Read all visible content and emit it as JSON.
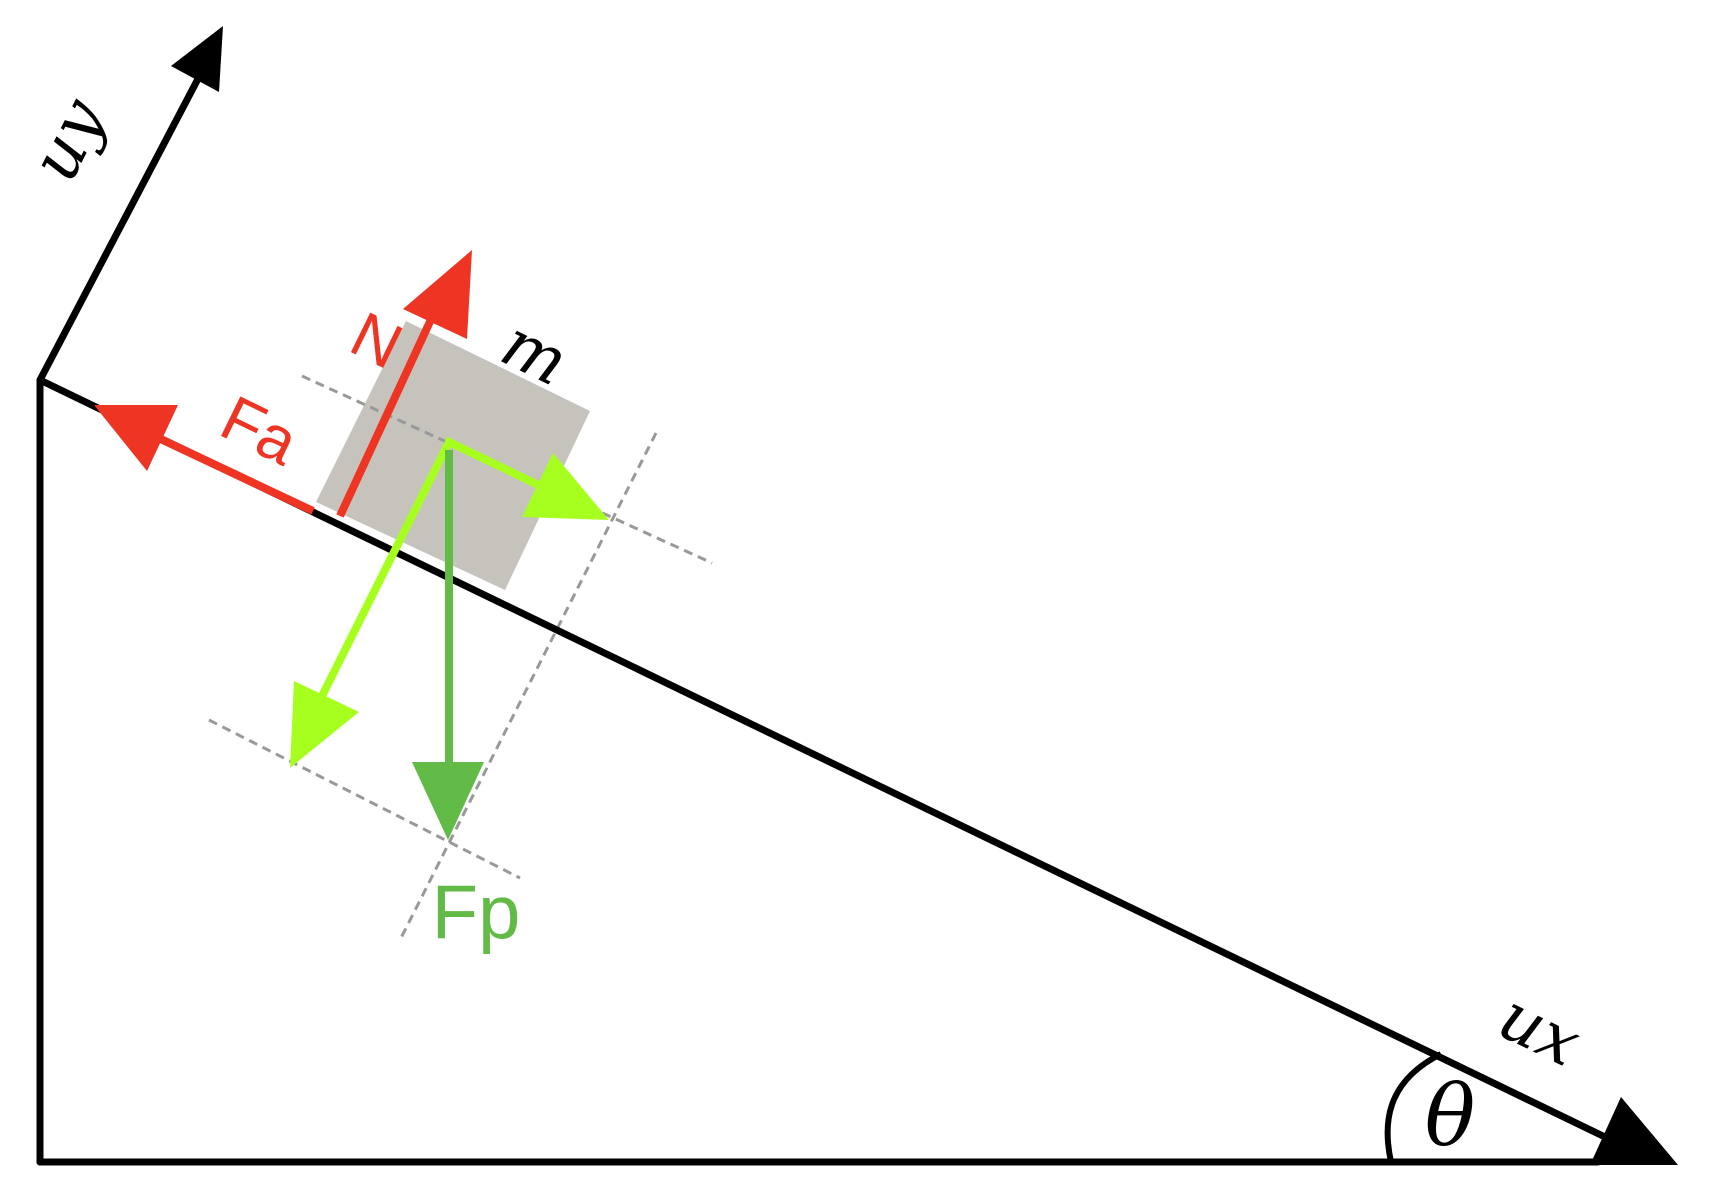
{
  "diagram": {
    "labels": {
      "uy": "uy",
      "ux": "ux",
      "m": "m",
      "N": "N",
      "Fa": "Fa",
      "Fp": "Fp",
      "theta": "θ"
    },
    "colors": {
      "axis": "#000000",
      "block": "#c6c3bd",
      "normal_force": "#ee3524",
      "friction_force": "#ee3524",
      "weight": "#62bb46",
      "components": "#a6ff1f",
      "guide_lines": "#999999"
    }
  }
}
